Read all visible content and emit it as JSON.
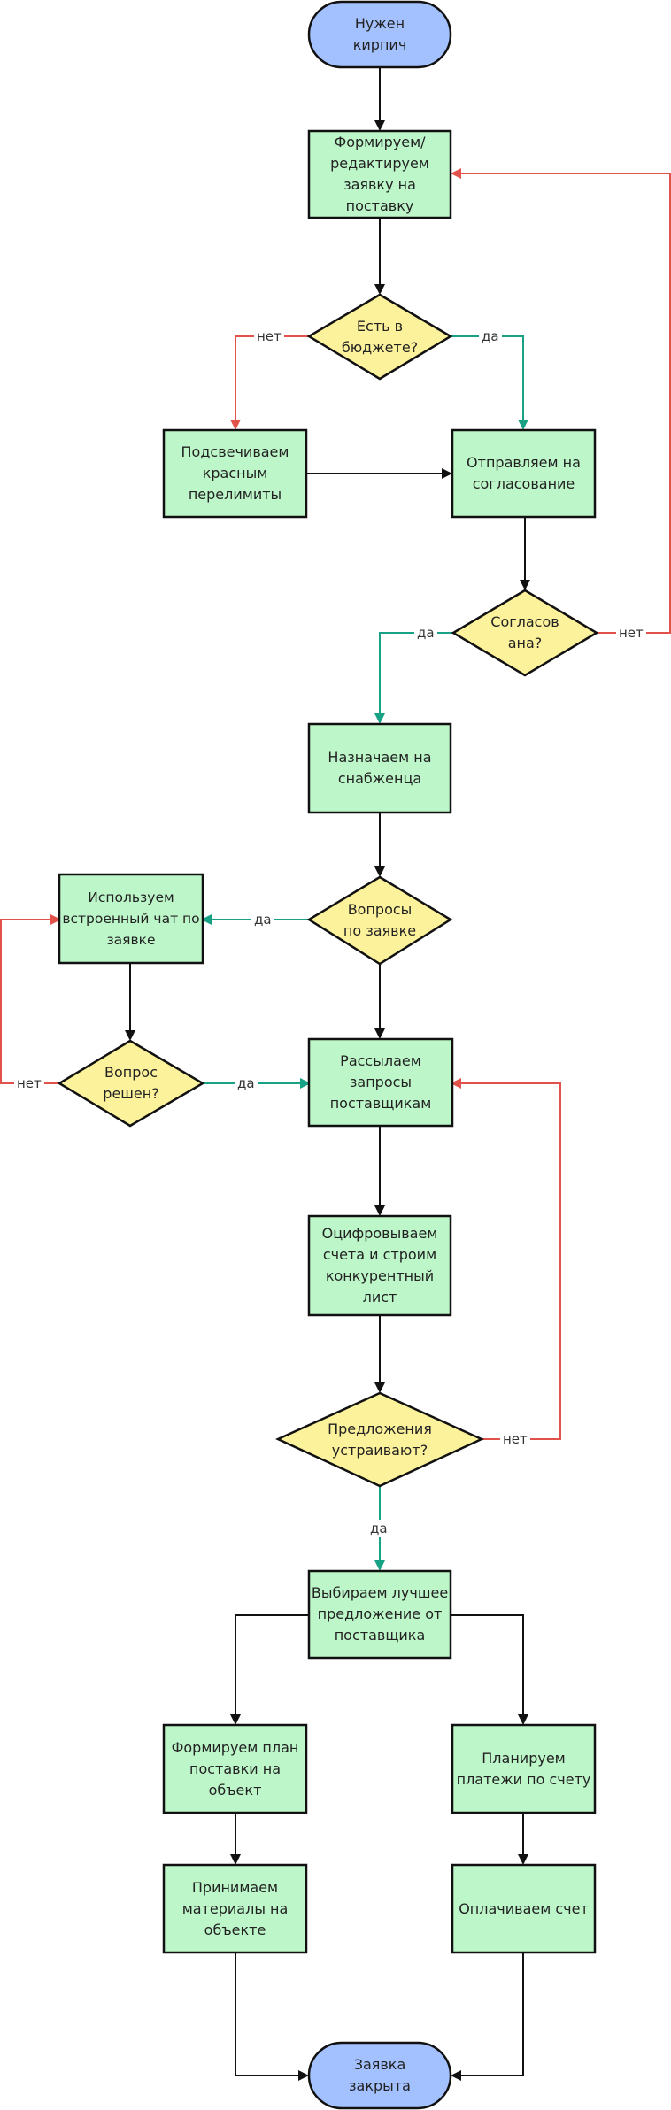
{
  "colors": {
    "terminal_fill": "#a4c1ff",
    "process_fill": "#bdf7c9",
    "decision_fill": "#fdf29c",
    "stroke": "#111111",
    "yes_arrow": "#17a185",
    "no_arrow": "#e0524a"
  },
  "nodes": {
    "start": "Нужен\nкирпич",
    "form_request": "Формируем/\nредактируем\nзаявку на поставку",
    "in_budget": "Есть в\nбюджете?",
    "highlight_over": "Подсвечиваем\nкрасным\nперелимиты",
    "send_approval": "Отправляем на\nсогласование",
    "approved": "Согласов\nана?",
    "assign_buyer": "Назначаем на\nснабженца",
    "questions": "Вопросы\nпо заявке",
    "use_chat": "Используем\nвстроенный чат по\nзаявке",
    "resolved": "Вопрос\nрешен?",
    "send_requests": "Рассылаем\nзапросы\nпоставщикам",
    "digitize": "Оцифровываем\nсчета и строим\nконкурентный\nлист",
    "offers_ok": "Предложения\nустраивают?",
    "choose_best": "Выбираем лучшее\nпредложение от\nпоставщика",
    "delivery_plan": "Формируем план\nпоставки на\nобъект",
    "plan_payments": "Планируем\nплатежи по счету",
    "receive": "Принимаем\nматериалы на\nобъекте",
    "pay": "Оплачиваем счет",
    "end": "Заявка\nзакрыта"
  },
  "edge_labels": {
    "budget_no": "нет",
    "budget_yes": "да",
    "approved_yes": "да",
    "approved_no": "нет",
    "questions_yes": "да",
    "resolved_no": "нет",
    "resolved_yes": "да",
    "offers_no": "нет",
    "offers_yes": "да"
  }
}
